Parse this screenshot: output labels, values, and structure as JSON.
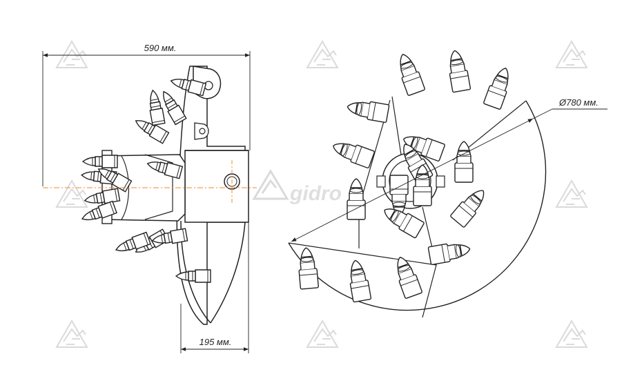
{
  "dimensions": {
    "overall_length": "590 мм.",
    "flange_length": "195 мм.",
    "diameter": "Ø780 мм."
  },
  "watermark": {
    "brand": "gidro",
    "icon": "excavator-logo-icon"
  },
  "colors": {
    "line": "#222222",
    "axis": "#f08a24",
    "watermark": "#dcdcdc",
    "background": "#ffffff"
  }
}
